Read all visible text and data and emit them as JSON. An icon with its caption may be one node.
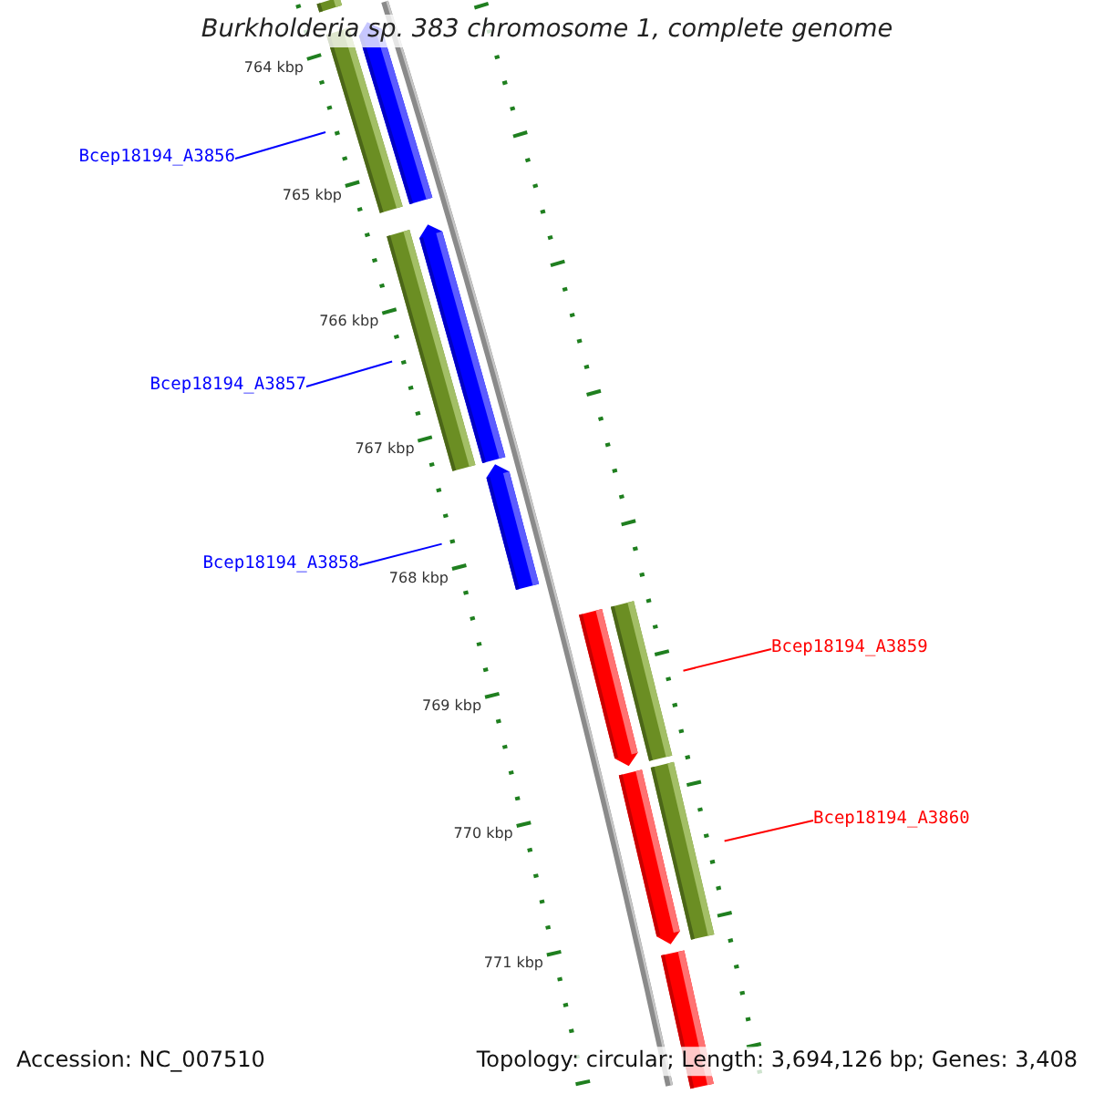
{
  "diagram": {
    "title": "Burkholderia sp. 383 chromosome 1, complete genome",
    "nodes": [
      {
        "text": [
          "Bcep18194_A3856"
        ]
      },
      {
        "text": [
          "Bcep18194_A3857"
        ]
      },
      {
        "text": [
          "Bcep18194_A3858"
        ]
      },
      {
        "text": [
          "Bcep18194_A3859"
        ]
      },
      {
        "text": [
          "Bcep18194_A3860"
        ]
      },
      {
        "text": [],
        "shape": "pentagon"
      },
      {
        "text": [],
        "shape": "pentagon"
      },
      {
        "text": [],
        "shape": "pentagon"
      },
      {
        "text": [],
        "shape": "pentagon"
      },
      {
        "text": [],
        "shape": "pentagon"
      },
      {
        "text": [],
        "shape": "bar"
      }
    ],
    "edges": [
      {
        "from": 0,
        "to": 5,
        "arrow": "none"
      },
      {
        "from": 1,
        "to": 6,
        "arrow": "none"
      },
      {
        "from": 2,
        "to": 7,
        "arrow": "none"
      },
      {
        "from": 3,
        "to": 8,
        "arrow": "none",
        "color": "#ff0000"
      },
      {
        "from": 4,
        "to": 9,
        "arrow": "none",
        "color": "#ff0000"
      }
    ],
    "labels": [
      "764 kbp",
      "765 kbp",
      "766 kbp",
      "767 kbp",
      "768 kbp",
      "769 kbp",
      "770 kbp",
      "771 kbp",
      "Accession: NC_007510",
      "Topology: circular; Length: 3,694,126 bp; Genes: 3,408"
    ]
  }
}
